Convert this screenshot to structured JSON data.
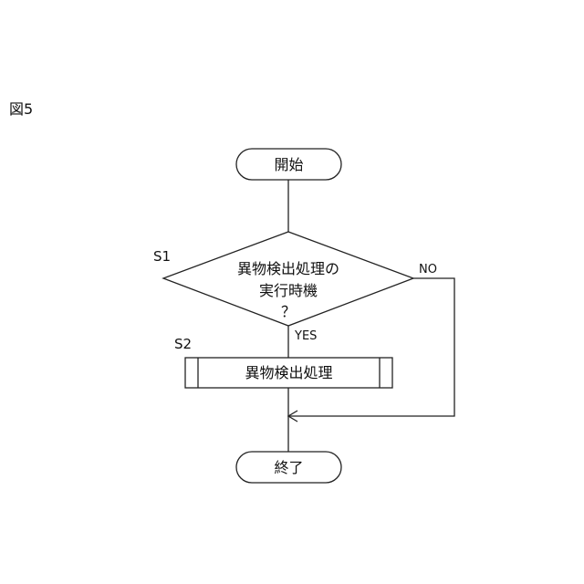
{
  "figure": {
    "label": "図5"
  },
  "flowchart": {
    "start": {
      "label": "開始"
    },
    "decision": {
      "step": "S1",
      "line1": "異物検出処理の",
      "line2": "実行時機",
      "line3": "？",
      "yes_label": "YES",
      "no_label": "NO"
    },
    "process": {
      "step": "S2",
      "label": "異物検出処理"
    },
    "end": {
      "label": "終了"
    }
  }
}
